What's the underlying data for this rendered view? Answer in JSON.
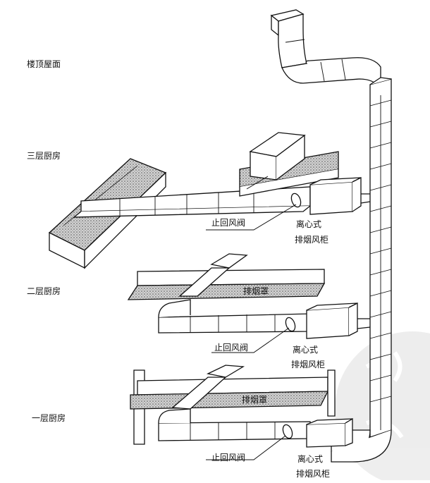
{
  "floors": {
    "roof": "楼顶屋面",
    "third": "三层厨房",
    "second": "二层厨房",
    "first": "一层厨房"
  },
  "third_floor": {
    "damper": "止回风阀",
    "fan_cabinet_line1": "离心式",
    "fan_cabinet_line2": "排烟风柜"
  },
  "second_floor": {
    "hood": "排烟罩",
    "damper": "止回风阀",
    "fan_cabinet_line1": "离心式",
    "fan_cabinet_line2": "排烟风柜"
  },
  "first_floor": {
    "hood": "排烟罩",
    "damper": "止回风阀",
    "fan_cabinet_line1": "离心式",
    "fan_cabinet_line2": "排烟风柜"
  },
  "colors": {
    "line": "#111111",
    "hood_fill": "#bdbdbd",
    "watermark": "#e6e6e6"
  }
}
